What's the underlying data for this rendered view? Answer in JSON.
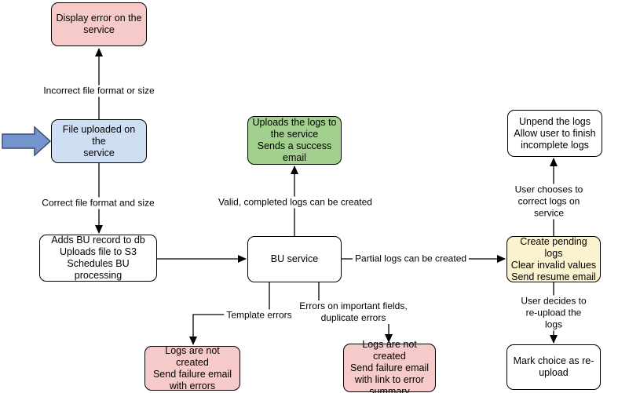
{
  "diagram": {
    "type": "flowchart",
    "background_color": "#ffffff",
    "palette": {
      "error_pink": "#F7CACA",
      "info_blue": "#CEDFF4",
      "success_green": "#A3D08F",
      "pending_yellow": "#FBF2CF",
      "neutral_white": "#FFFFFF",
      "stroke_black": "#000000",
      "pointer_arrow_fill": "#7494CE",
      "pointer_arrow_stroke": "#3A4A6E"
    },
    "nodes": {
      "display_error": {
        "label": "Display error on the\nservice",
        "color": "error_pink"
      },
      "file_uploaded": {
        "label": "File uploaded on the\nservice",
        "color": "info_blue"
      },
      "adds_bu_record": {
        "label": "Adds BU record to db\nUploads file to S3\nSchedules BU processing",
        "color": "neutral_white"
      },
      "bu_service": {
        "label": "BU service",
        "color": "neutral_white"
      },
      "uploads_logs": {
        "label": "Uploads the logs to\nthe service\nSends a success\nemail",
        "color": "success_green"
      },
      "unpend_logs": {
        "label": "Unpend the logs\nAllow user to finish\nincomplete logs",
        "color": "neutral_white"
      },
      "create_pending_logs": {
        "label": "Create pending logs\nClear invalid values\nSend resume email",
        "color": "pending_yellow"
      },
      "mark_reupload": {
        "label": "Mark choice as re-\nupload",
        "color": "neutral_white"
      },
      "logs_failure_errors": {
        "label": "Logs are not created\nSend failure email\nwith errors",
        "color": "error_pink"
      },
      "logs_failure_summary": {
        "label": "Logs are not created\nSend failure email\nwith link to error\nsummary",
        "color": "error_pink"
      }
    },
    "edge_labels": {
      "incorrect_file": "Incorrect file format or size",
      "correct_file": "Correct file format and size",
      "valid_logs": "Valid, completed logs can be created",
      "partial_logs": "Partial logs can be created",
      "user_corrects": "User chooses to correct logs on service",
      "user_reuploads": "User decides to re-upload the logs",
      "template_errors": "Template errors",
      "field_errors": "Errors on important fields,\nduplicate errors"
    }
  }
}
